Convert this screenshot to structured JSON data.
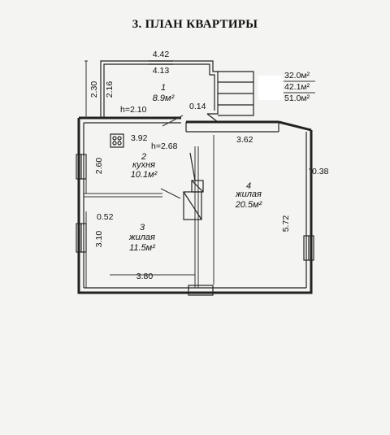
{
  "title": "3. ПЛАН КВАРТИРЫ",
  "areas": {
    "total_1": "32.0м²",
    "total_2": "42.1м²",
    "total_3": "51.0м²"
  },
  "rooms": [
    {
      "number": "1",
      "name": "",
      "area": "8.9м²"
    },
    {
      "number": "2",
      "name": "кухня",
      "area": "10.1м²"
    },
    {
      "number": "3",
      "name": "жилая",
      "area": "11.5м²"
    },
    {
      "number": "4",
      "name": "жилая",
      "area": "20.5м²"
    }
  ],
  "dimensions": {
    "top_outer": "4.42",
    "top_inner": "4.13",
    "left_outer": "2.30",
    "left_inner": "2.16",
    "hall_height": "h=2.10",
    "hall_small": "0.14",
    "kitchen_width": "3.92",
    "kitchen_height": "h=2.68",
    "kitchen_depth": "2.60",
    "room4_width": "3.62",
    "wall_thickness": "0.38",
    "room4_depth": "5.72",
    "left_wall": "0.52",
    "room3_depth": "3.10",
    "bottom_width": "3.80"
  },
  "colors": {
    "line": "#222222",
    "paper": "#f4f4f2"
  }
}
